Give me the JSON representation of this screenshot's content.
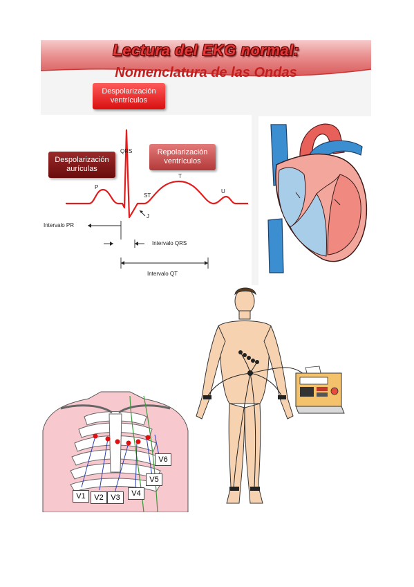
{
  "slide": {
    "title_line1": "Lectura del EKG normal:",
    "title_line2": "Nomenclatura de las Ondas"
  },
  "ecg": {
    "box_qrs": [
      "Despolarización",
      "ventrículos"
    ],
    "box_auriculas": [
      "Despolarización",
      "aurículas"
    ],
    "box_ventriculos": [
      "Repolarización",
      "ventrículos"
    ],
    "wave_labels": {
      "qrs": "QRS",
      "p": "P",
      "st": "ST",
      "t": "T",
      "u": "U",
      "j": "J"
    },
    "intervals": {
      "pr": "Intervalo PR",
      "qrs": "Intervalo QRS",
      "qt": "Intervalo QT"
    },
    "colors": {
      "trace": "#e21d1d",
      "box_qrs": "#e21d1d",
      "box_auriculas": "#7a1414",
      "box_ventriculos": "#c24848"
    }
  },
  "chest": {
    "leads": [
      "V1",
      "V2",
      "V3",
      "V4",
      "V5",
      "V6"
    ]
  },
  "body_figure": {
    "description_icon": "electrocardiograph-machine-icon"
  }
}
